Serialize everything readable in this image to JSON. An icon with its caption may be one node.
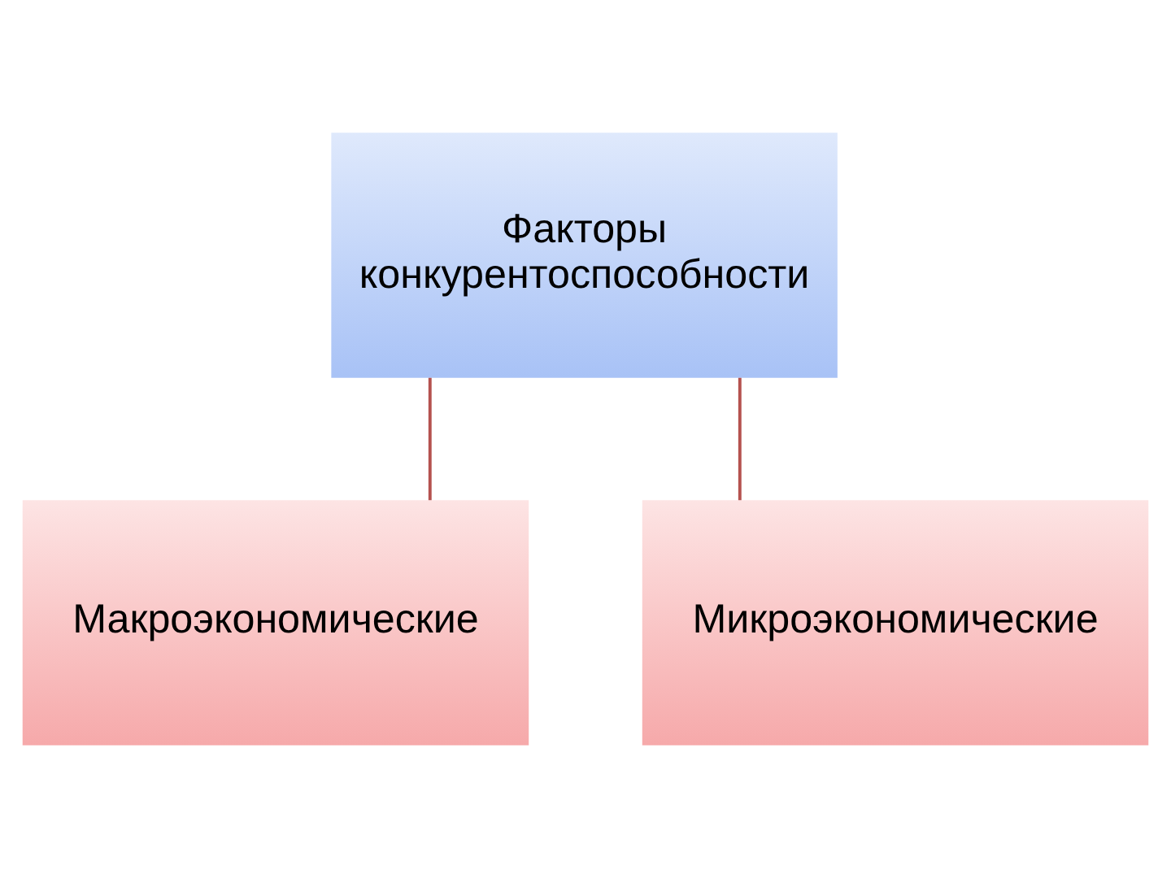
{
  "diagram": {
    "nodes": [
      {
        "text": [
          "Факторы конкурентоспособности"
        ]
      },
      {
        "text": [
          "Макроэкономические"
        ]
      },
      {
        "text": [
          "Микроэкономические"
        ]
      }
    ],
    "edges": [
      {
        "from": 0,
        "to": 1,
        "arrow": "none"
      },
      {
        "from": 0,
        "to": 2,
        "arrow": "none"
      }
    ]
  }
}
